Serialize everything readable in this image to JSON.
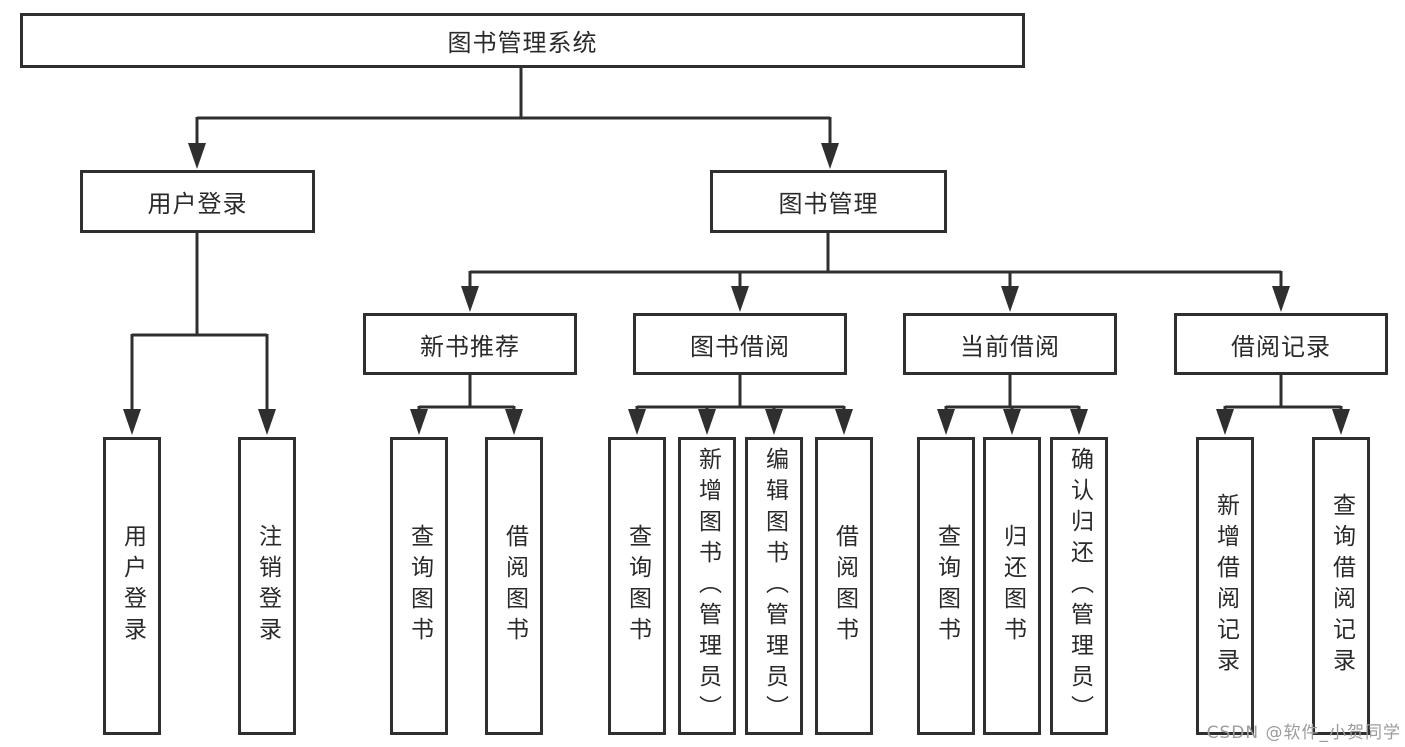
{
  "diagram": {
    "type": "tree",
    "title": "图书管理系统",
    "watermark": "CSDN @软件_小贺同学",
    "colors": {
      "line": "#2f2f2f",
      "text": "#2a2a2a",
      "background": "#ffffff",
      "watermark": "#9c9c9c"
    },
    "nodes": {
      "root": {
        "label": "图书管理系统"
      },
      "level2": [
        {
          "id": "user-login",
          "label": "用户登录"
        },
        {
          "id": "book-management",
          "label": "图书管理"
        }
      ],
      "level3": [
        {
          "id": "new-book-recommend",
          "label": "新书推荐",
          "parent": "book-management"
        },
        {
          "id": "book-borrow",
          "label": "图书借阅",
          "parent": "book-management"
        },
        {
          "id": "current-borrow",
          "label": "当前借阅",
          "parent": "book-management"
        },
        {
          "id": "borrow-records",
          "label": "借阅记录",
          "parent": "book-management"
        }
      ],
      "leaves": [
        {
          "label": "用户登录",
          "parent": "user-login"
        },
        {
          "label": "注销登录",
          "parent": "user-login"
        },
        {
          "label": "查询图书",
          "parent": "new-book-recommend"
        },
        {
          "label": "借阅图书",
          "parent": "new-book-recommend"
        },
        {
          "label": "查询图书",
          "parent": "book-borrow"
        },
        {
          "label": "新增图书（管理员）",
          "parent": "book-borrow"
        },
        {
          "label": "编辑图书（管理员）",
          "parent": "book-borrow"
        },
        {
          "label": "借阅图书",
          "parent": "book-borrow"
        },
        {
          "label": "查询图书",
          "parent": "current-borrow"
        },
        {
          "label": "归还图书",
          "parent": "current-borrow"
        },
        {
          "label": "确认归还（管理员）",
          "parent": "current-borrow"
        },
        {
          "label": "新增借阅记录",
          "parent": "borrow-records"
        },
        {
          "label": "查询借阅记录",
          "parent": "borrow-records"
        }
      ]
    }
  }
}
